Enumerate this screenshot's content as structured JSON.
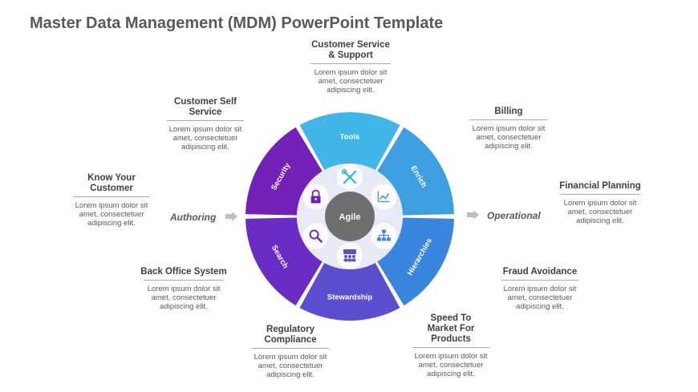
{
  "title": "Master Data Management (MDM) PowerPoint Template",
  "colors": {
    "tools": "#41b6e6",
    "enrich": "#3d9fe0",
    "hierarchies": "#3a86de",
    "stewardship": "#5b4fd0",
    "search": "#6a2cc4",
    "security": "#7421b8",
    "inner_ring": "#e8eaf5",
    "center": "#6e6e6e"
  },
  "wheel": {
    "center_label": "Agile",
    "segments": [
      {
        "label": "Tools",
        "icon": "tools-icon"
      },
      {
        "label": "Enrich",
        "icon": "chart-icon"
      },
      {
        "label": "Hierarchies",
        "icon": "hierarchy-icon"
      },
      {
        "label": "Stewardship",
        "icon": "team-icon"
      },
      {
        "label": "Search",
        "icon": "search-icon"
      },
      {
        "label": "Security",
        "icon": "lock-icon"
      }
    ]
  },
  "sides": {
    "left": "Authoring",
    "right": "Operational"
  },
  "blocks": {
    "customer_service": {
      "title": "Customer Service\n& Support",
      "body": "Lorem ipsum dolor sit\namet, consectetuer\nadipiscing elit."
    },
    "customer_self": {
      "title": "Customer Self\nService",
      "body": "Lorem ipsum dolor sit\namet, consectetuer\nadipiscing elit."
    },
    "billing": {
      "title": "Billing",
      "body": "Lorem ipsum dolor sit\namet, consectetuer\nadipiscing elit."
    },
    "know_customer": {
      "title": "Know Your\nCustomer",
      "body": "Lorem ipsum dolor sit\namet, consectetuer\nadipiscing elit."
    },
    "financial": {
      "title": "Financial Planning",
      "body": "Lorem ipsum dolor sit\namet, consectetuer\nadipiscing elit."
    },
    "back_office": {
      "title": "Back Office System",
      "body": "Lorem ipsum dolor sit\namet, consectetuer\nadipiscing elit."
    },
    "fraud": {
      "title": "Fraud Avoidance",
      "body": "Lorem ipsum dolor sit\namet, consectetuer\nadipiscing elit."
    },
    "regulatory": {
      "title": "Regulatory\nCompliance",
      "body": "Lorem ipsum dolor sit\namet, consectetuer\nadipiscing elit."
    },
    "speed": {
      "title": "Speed To\nMarket For\nProducts",
      "body": "Lorem ipsum dolor sit\namet, consectetuer\nadipiscing elit."
    }
  }
}
